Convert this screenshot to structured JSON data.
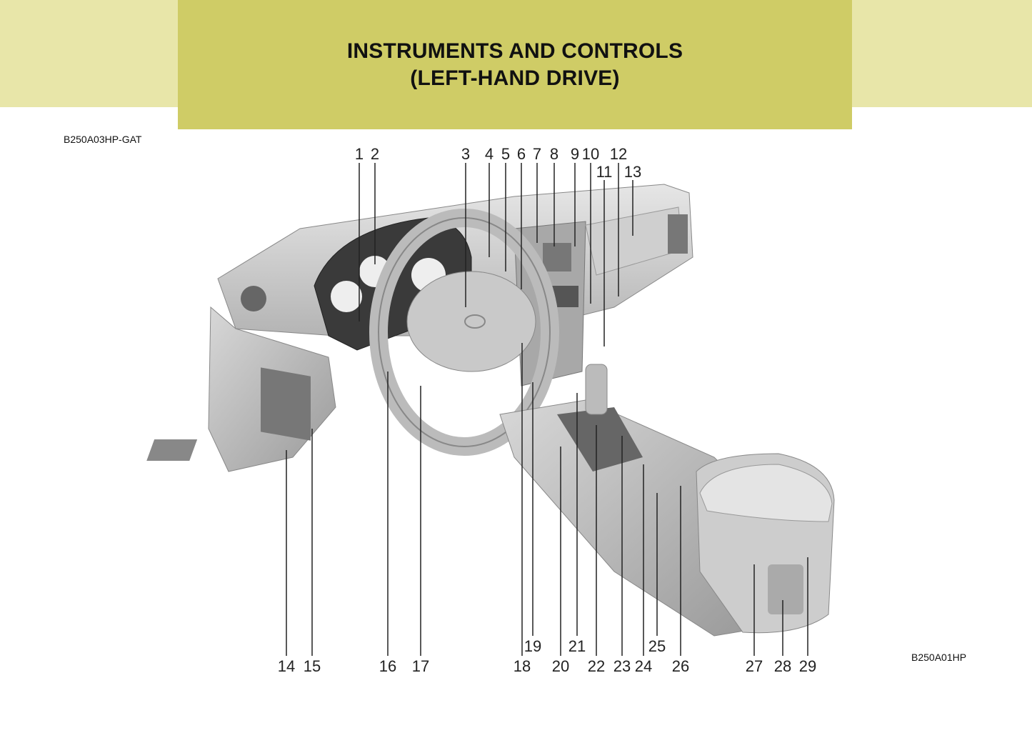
{
  "header": {
    "title_line1": "INSTRUMENTS AND CONTROLS",
    "title_line2": "(LEFT-HAND DRIVE)"
  },
  "codes": {
    "section_code": "B250A03HP-GAT",
    "figure_code": "B250A01HP"
  },
  "diagram": {
    "callouts": [
      "1",
      "2",
      "3",
      "4",
      "5",
      "6",
      "7",
      "8",
      "9",
      "10",
      "11",
      "12",
      "13",
      "14",
      "15",
      "16",
      "17",
      "18",
      "19",
      "20",
      "21",
      "22",
      "23",
      "24",
      "25",
      "26",
      "27",
      "28",
      "29"
    ]
  },
  "colors": {
    "band": "#e8e6a9",
    "title_box": "#cfcc66"
  }
}
